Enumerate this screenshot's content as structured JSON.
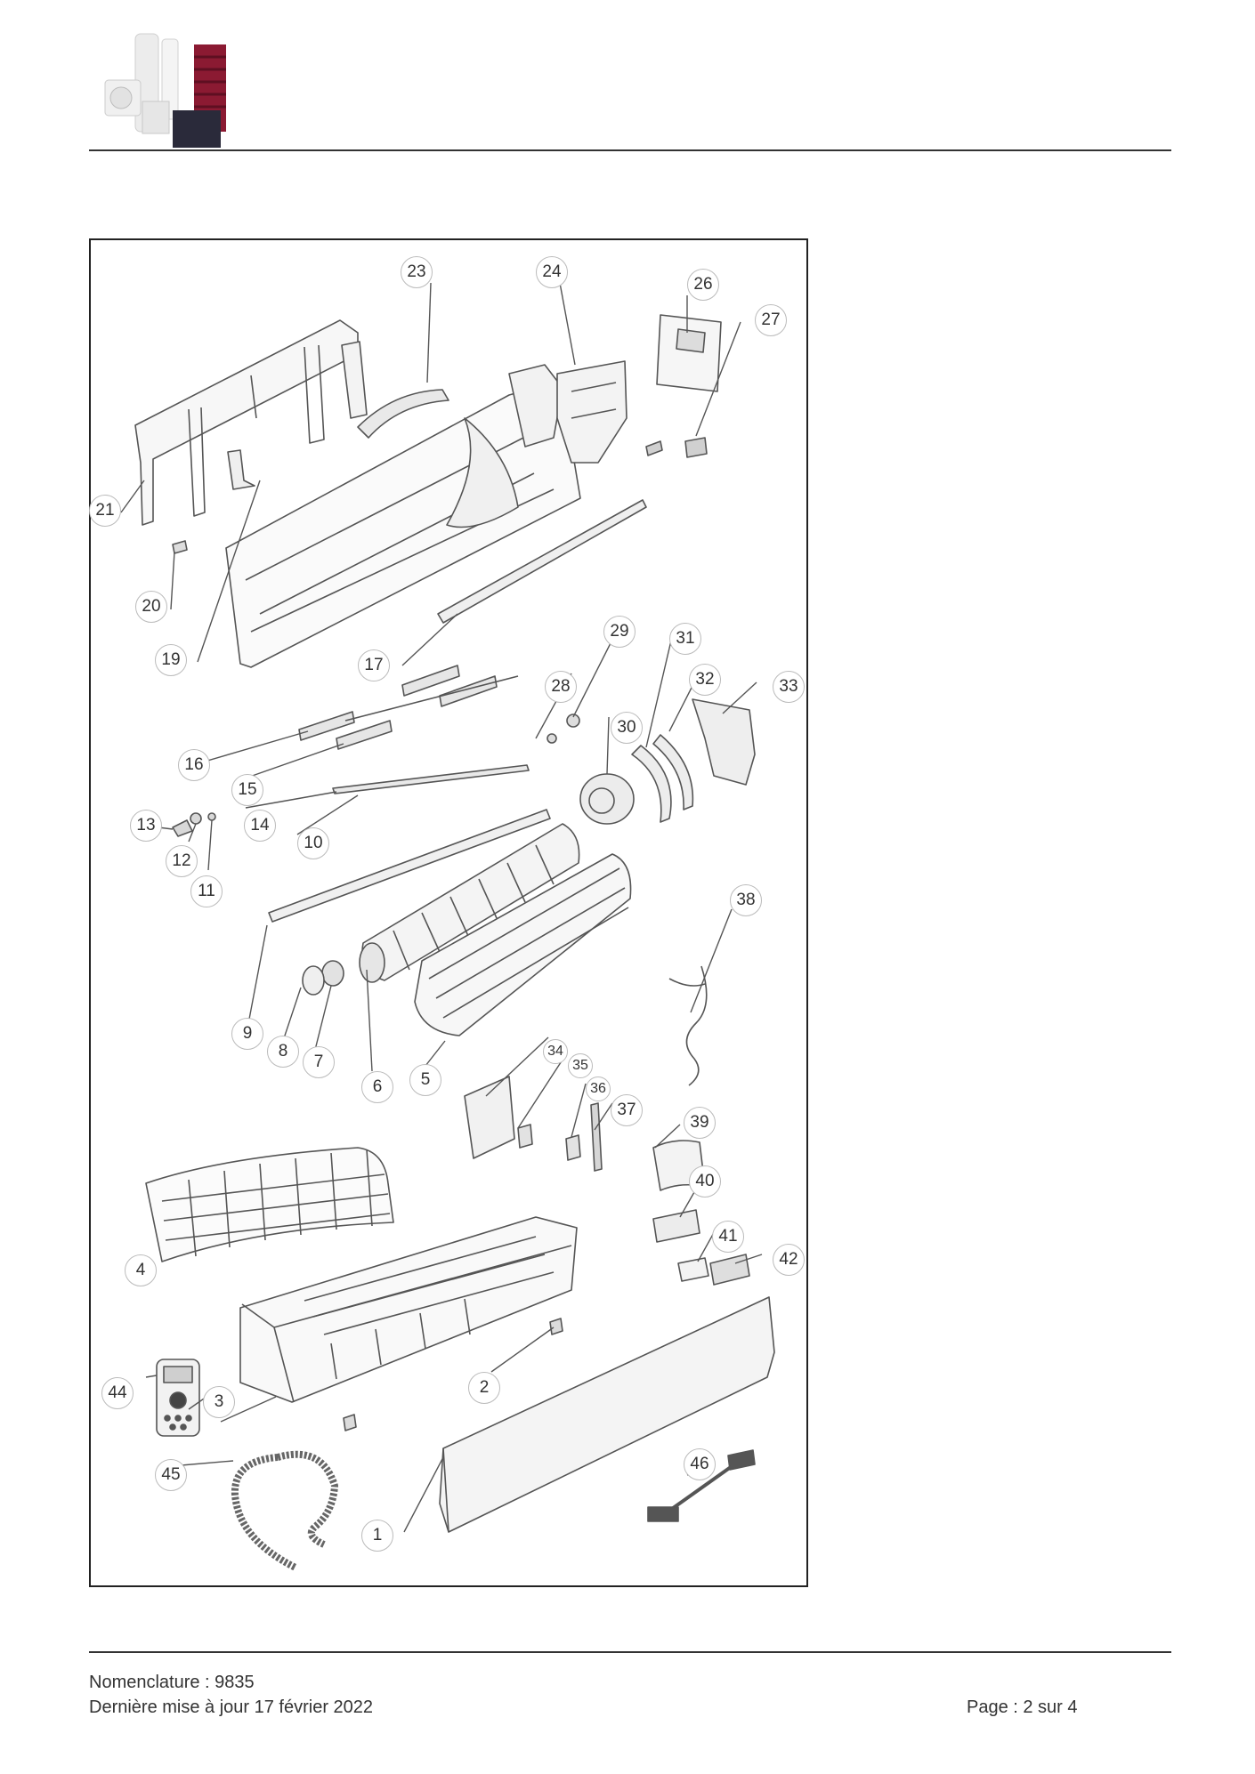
{
  "header": {
    "logo_icon": "product-range-logo",
    "logo_colors": {
      "white": "#f2f2f2",
      "burgundy": "#8b1a32",
      "dark_panel": "#2a2a3a"
    }
  },
  "diagram": {
    "callouts": [
      "1",
      "2",
      "3",
      "4",
      "5",
      "6",
      "7",
      "8",
      "9",
      "10",
      "11",
      "12",
      "13",
      "14",
      "15",
      "16",
      "17",
      "19",
      "20",
      "21",
      "23",
      "24",
      "26",
      "27",
      "28",
      "29",
      "30",
      "31",
      "32",
      "33",
      "34",
      "35",
      "36",
      "37",
      "38",
      "39",
      "40",
      "41",
      "42",
      "44",
      "45",
      "46"
    ]
  },
  "footer": {
    "nomenclature": "Nomenclature : 9835",
    "updated": "Dernière mise à jour 17 février 2022",
    "page": "Page : 2 sur 4"
  }
}
